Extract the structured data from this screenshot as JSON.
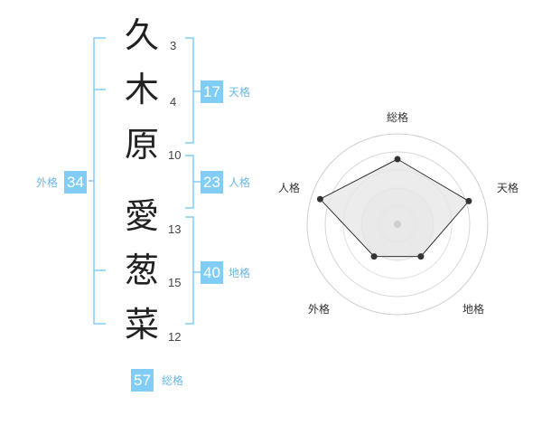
{
  "name_chars": [
    "久",
    "木",
    "原",
    "愛",
    "葱",
    "菜"
  ],
  "stroke_counts": [
    "3",
    "4",
    "10",
    "13",
    "15",
    "12"
  ],
  "scores": {
    "tenkaku": {
      "label": "天格",
      "value": "17"
    },
    "jinkaku": {
      "label": "人格",
      "value": "23"
    },
    "chikaku": {
      "label": "地格",
      "value": "40"
    },
    "gaikaku": {
      "label": "外格",
      "value": "34"
    },
    "soukaku": {
      "label": "総格",
      "value": "57"
    }
  },
  "radar": {
    "axes": [
      "総格",
      "天格",
      "地格",
      "外格",
      "人格"
    ],
    "values": [
      0.72,
      0.83,
      0.44,
      0.44,
      0.9
    ]
  },
  "colors": {
    "bracket": "#81cdf5",
    "badge": "#81cdf5",
    "label": "#6ab7e6",
    "fill": "#e6e6e6",
    "line": "#333333"
  }
}
